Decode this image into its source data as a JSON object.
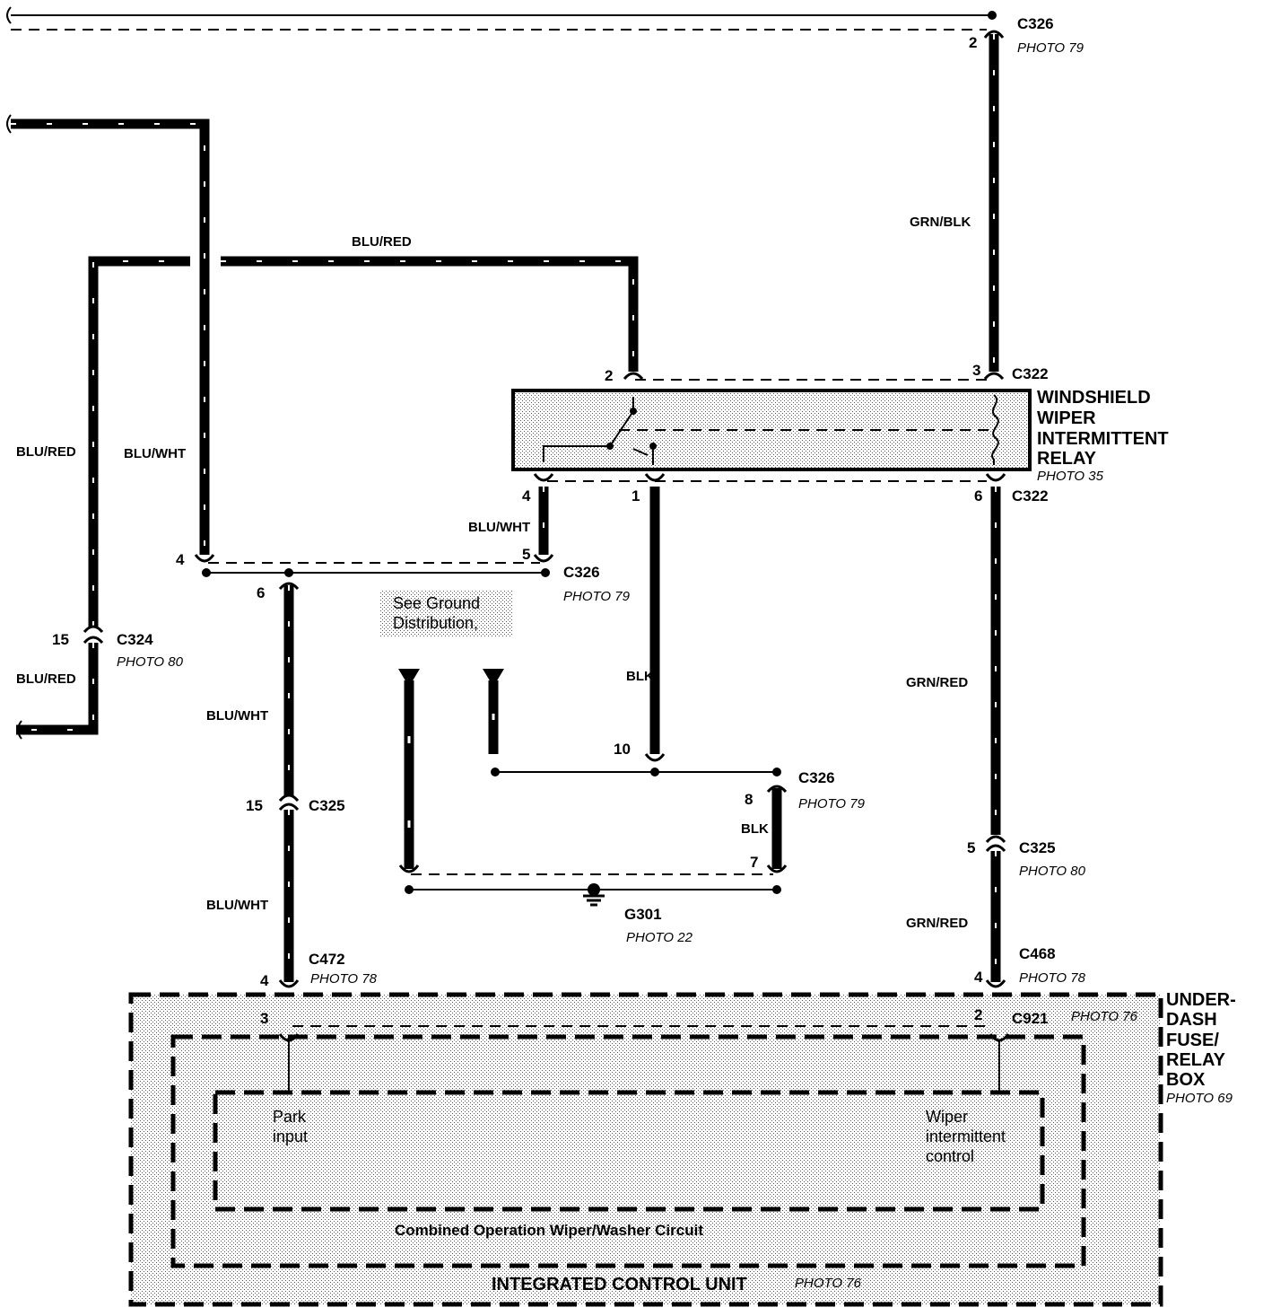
{
  "connectors": {
    "c326_top": {
      "name": "C326",
      "photo": "PHOTO  79",
      "pin": "2"
    },
    "c322_top": {
      "name": "C322",
      "pin_left": "2",
      "pin_right": "3"
    },
    "c322_bottom": {
      "name": "C322",
      "pin_left": "4",
      "pin_mid": "1",
      "pin_right": "6"
    },
    "c326_mid": {
      "name": "C326",
      "photo": "PHOTO  79",
      "pin_left": "4",
      "pin_right": "5",
      "pin_down": "6"
    },
    "c324": {
      "name": "C324",
      "photo": "PHOTO  80",
      "pin": "15"
    },
    "c325_left": {
      "name": "C325",
      "pin": "15"
    },
    "c326_low": {
      "name": "C326",
      "photo": "PHOTO  79",
      "pin_10": "10",
      "pin_8": "8",
      "pin_7": "7"
    },
    "c325_right": {
      "name": "C325",
      "photo": "PHOTO  80",
      "pin": "5"
    },
    "c472": {
      "name": "C472",
      "photo": "PHOTO  78",
      "pin_top": "4",
      "pin_inner": "3"
    },
    "c468": {
      "name": "C468",
      "photo": "PHOTO  78",
      "pin": "4"
    },
    "c921": {
      "name": "C921",
      "photo": "PHOTO  76",
      "pin": "2"
    }
  },
  "wires": {
    "grn_blk": "GRN/BLK",
    "blu_red_top": "BLU/RED",
    "blu_red_left": "BLU/RED",
    "blu_red_lower": "BLU/RED",
    "blu_wht_left": "BLU/WHT",
    "blu_wht_relay": "BLU/WHT",
    "blu_wht_mid": "BLU/WHT",
    "blu_wht_low": "BLU/WHT",
    "blk_relay": "BLK",
    "blk_ground": "BLK",
    "grn_red_upper": "GRN/RED",
    "grn_red_lower": "GRN/RED"
  },
  "relay": {
    "title_lines": [
      "WINDSHIELD",
      "WIPER",
      "INTERMITTENT",
      "RELAY"
    ],
    "photo": "PHOTO  35"
  },
  "ground": {
    "name": "G301",
    "photo": "PHOTO  22"
  },
  "note": {
    "lines": [
      "See Ground",
      "Distribution,"
    ]
  },
  "fuse_box": {
    "title_lines": [
      "UNDER-",
      "DASH",
      "FUSE/",
      "RELAY",
      "BOX"
    ],
    "photo": "PHOTO  69"
  },
  "icu": {
    "title": "INTEGRATED CONTROL UNIT",
    "photo": "PHOTO  76",
    "circuit": "Combined Operation Wiper/Washer Circuit",
    "park_lines": [
      "Park",
      "input"
    ],
    "wiper_lines": [
      "Wiper",
      "intermittent",
      "control"
    ]
  }
}
